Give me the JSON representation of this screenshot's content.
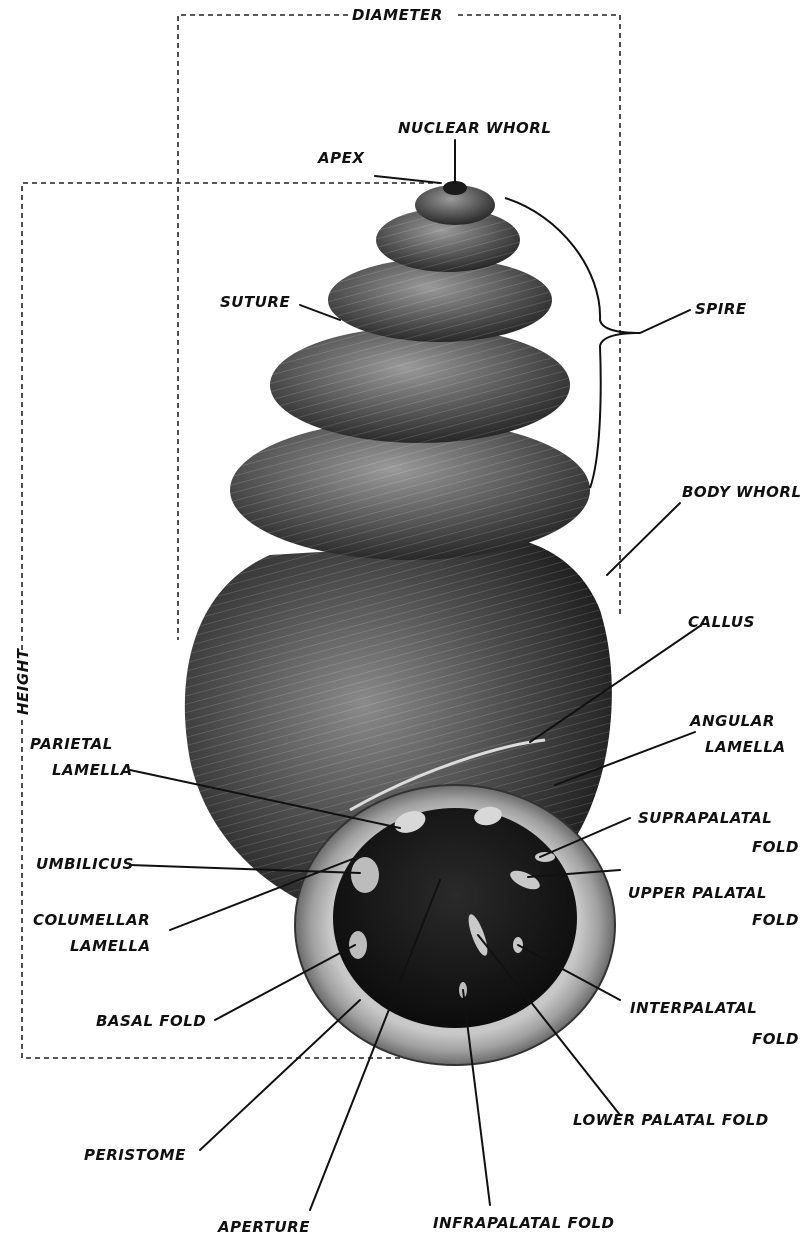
{
  "labels": {
    "diameter": "DIAMETER",
    "height": "HEIGHT",
    "nuclear_whorl": "NUCLEAR WHORL",
    "apex": "APEX",
    "suture": "SUTURE",
    "spire": "SPIRE",
    "body_whorl": "BODY WHORL",
    "callus": "CALLUS",
    "angular_lamella_1": "ANGULAR",
    "angular_lamella_2": "LAMELLA",
    "parietal_lamella_1": "PARIETAL",
    "parietal_lamella_2": "LAMELLA",
    "suprapalatal_fold_1": "SUPRAPALATAL",
    "suprapalatal_fold_2": "FOLD",
    "umbilicus": "UMBILICUS",
    "upper_palatal_fold_1": "UPPER PALATAL",
    "upper_palatal_fold_2": "FOLD",
    "columellar_lamella_1": "COLUMELLAR",
    "columellar_lamella_2": "LAMELLA",
    "basal_fold": "BASAL FOLD",
    "interpalatal_fold_1": "INTERPALATAL",
    "interpalatal_fold_2": "FOLD",
    "lower_palatal_fold": "LOWER PALATAL FOLD",
    "peristome": "PERISTOME",
    "aperture": "APERTURE",
    "infrapalatal_fold": "INFRAPALATAL FOLD"
  }
}
